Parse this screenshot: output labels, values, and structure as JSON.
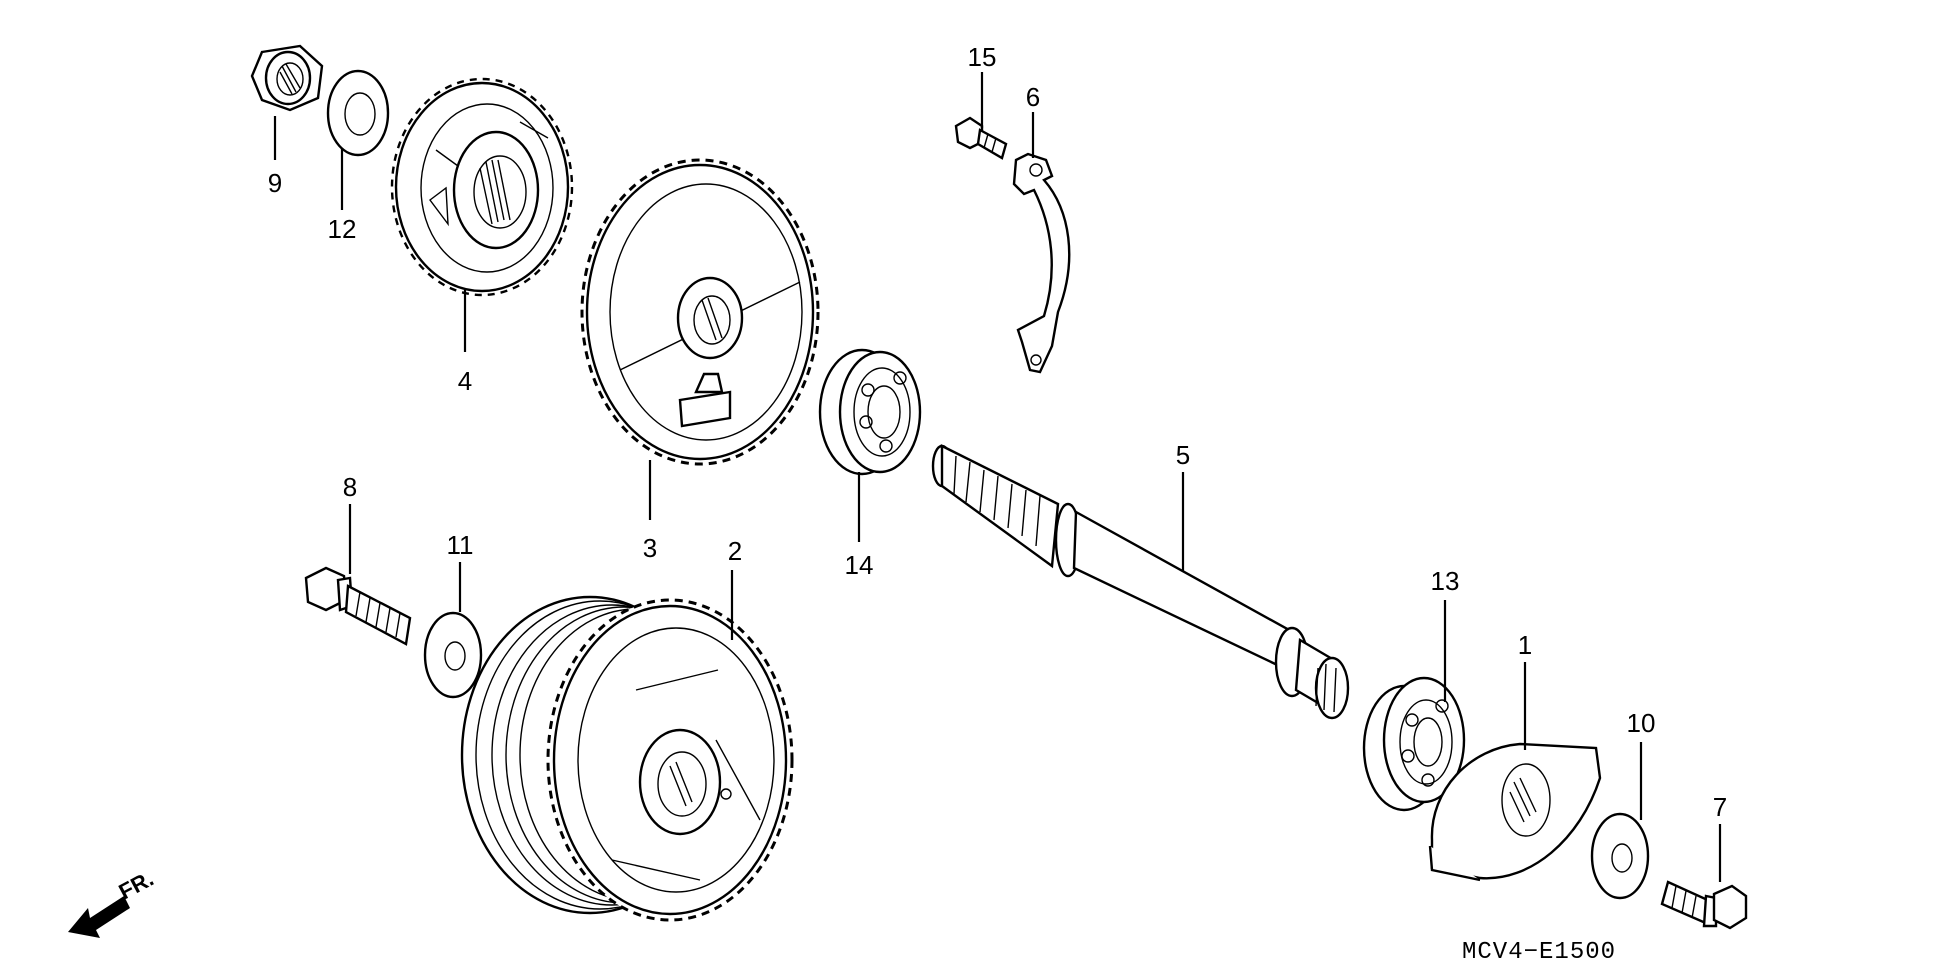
{
  "diagram": {
    "code": "MCV4−E1500",
    "direction_label": "FR.",
    "callouts": {
      "n1": "1",
      "n2": "2",
      "n3": "3",
      "n4": "4",
      "n5": "5",
      "n6": "6",
      "n7": "7",
      "n8": "8",
      "n9": "9",
      "n10": "10",
      "n11": "11",
      "n12": "12",
      "n13": "13",
      "n14": "14",
      "n15": "15"
    }
  }
}
